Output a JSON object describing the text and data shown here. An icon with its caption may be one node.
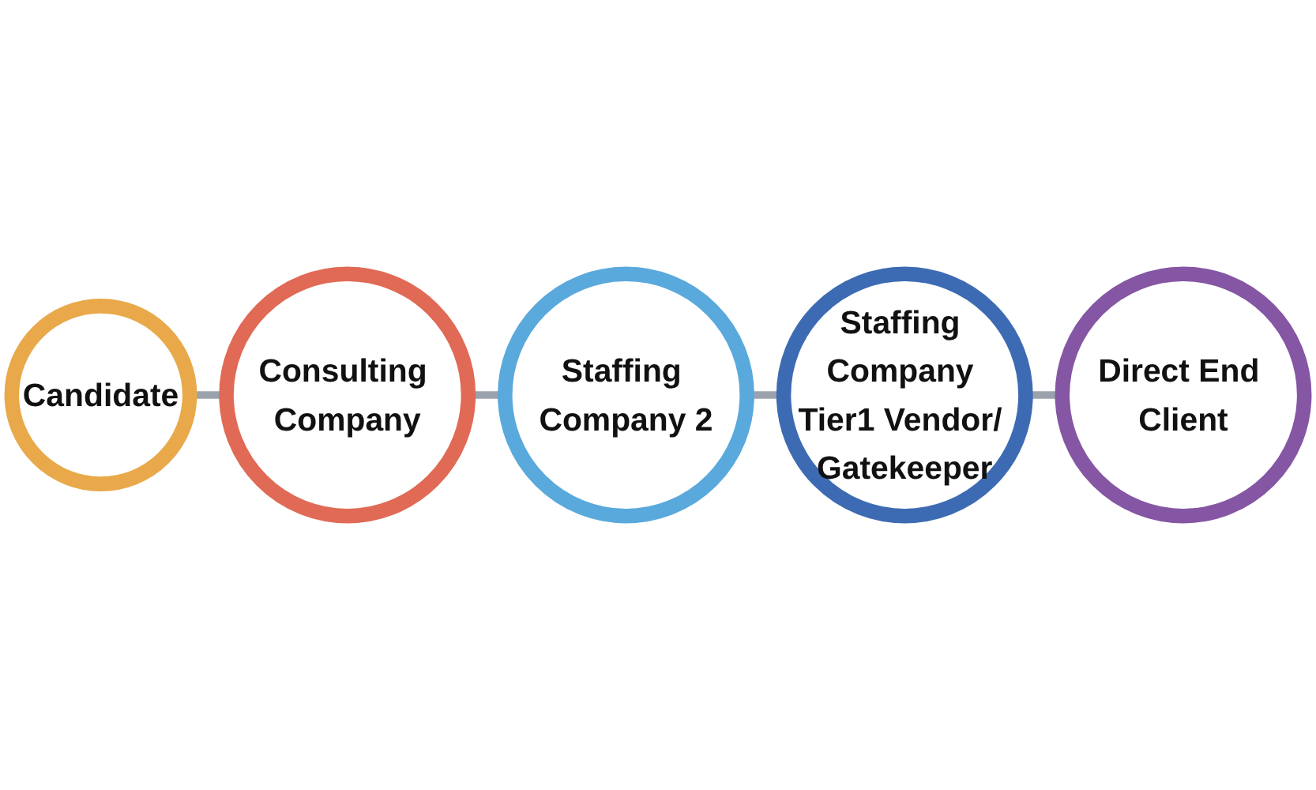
{
  "diagram": {
    "nodes": [
      {
        "text": [
          "Candidate"
        ]
      },
      {
        "text": [
          "Consulting Company"
        ]
      },
      {
        "text": [
          "Staffing Company 2"
        ]
      },
      {
        "text": [
          "Staffing Company Tier1 Vendor/ Gatekeeper"
        ]
      },
      {
        "text": [
          "Direct End Client"
        ]
      }
    ],
    "edges": [
      {
        "from": 0,
        "to": 1,
        "arrow": "none"
      },
      {
        "from": 1,
        "to": 2,
        "arrow": "none"
      },
      {
        "from": 2,
        "to": 3,
        "arrow": "none"
      },
      {
        "from": 3,
        "to": 4,
        "arrow": "none"
      }
    ]
  }
}
